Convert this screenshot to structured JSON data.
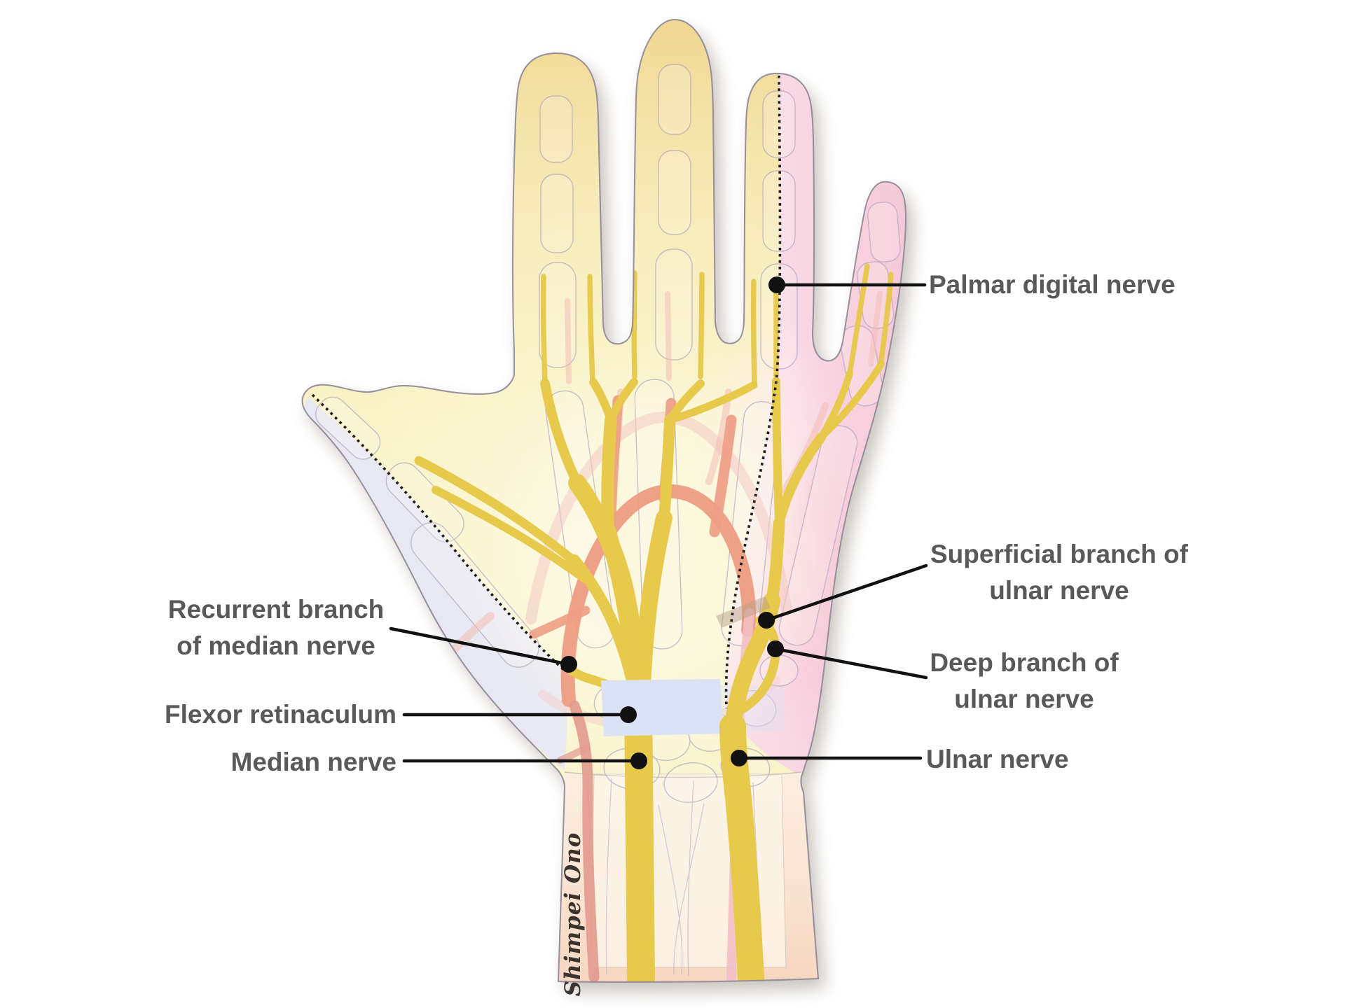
{
  "figure": {
    "type": "anatomical-diagram",
    "subject": "Palmar nerves of the hand (median and ulnar nerve distribution)",
    "signature": "Shimpei Ono",
    "background": "#ffffff"
  },
  "labels": {
    "palmar_digital": "Palmar digital nerve",
    "superficial_branch": "Superficial branch of\nulnar nerve",
    "deep_branch": "Deep branch of\nulnar nerve",
    "ulnar_nerve": "Ulnar nerve",
    "recurrent_branch": "Recurrent branch\nof median nerve",
    "flexor_retinaculum": "Flexor retinaculum",
    "median_nerve": "Median nerve"
  },
  "colors": {
    "label_text": "#59595b",
    "callout_line": "#111111",
    "nerve_yellow": "#e7c94c",
    "artery_salmon": "#ee9d83",
    "artery_light_pink": "#f2bdb4",
    "retinaculum_blue": "#dbe2f4",
    "median_territory_yellow": "#f8f0c2",
    "ulnar_territory_pink": "#f7d2de",
    "radial_territory_lavender": "#e7e7f5",
    "forearm_skin": "#f9dfc9",
    "bone_outline": "#ab9fba"
  }
}
